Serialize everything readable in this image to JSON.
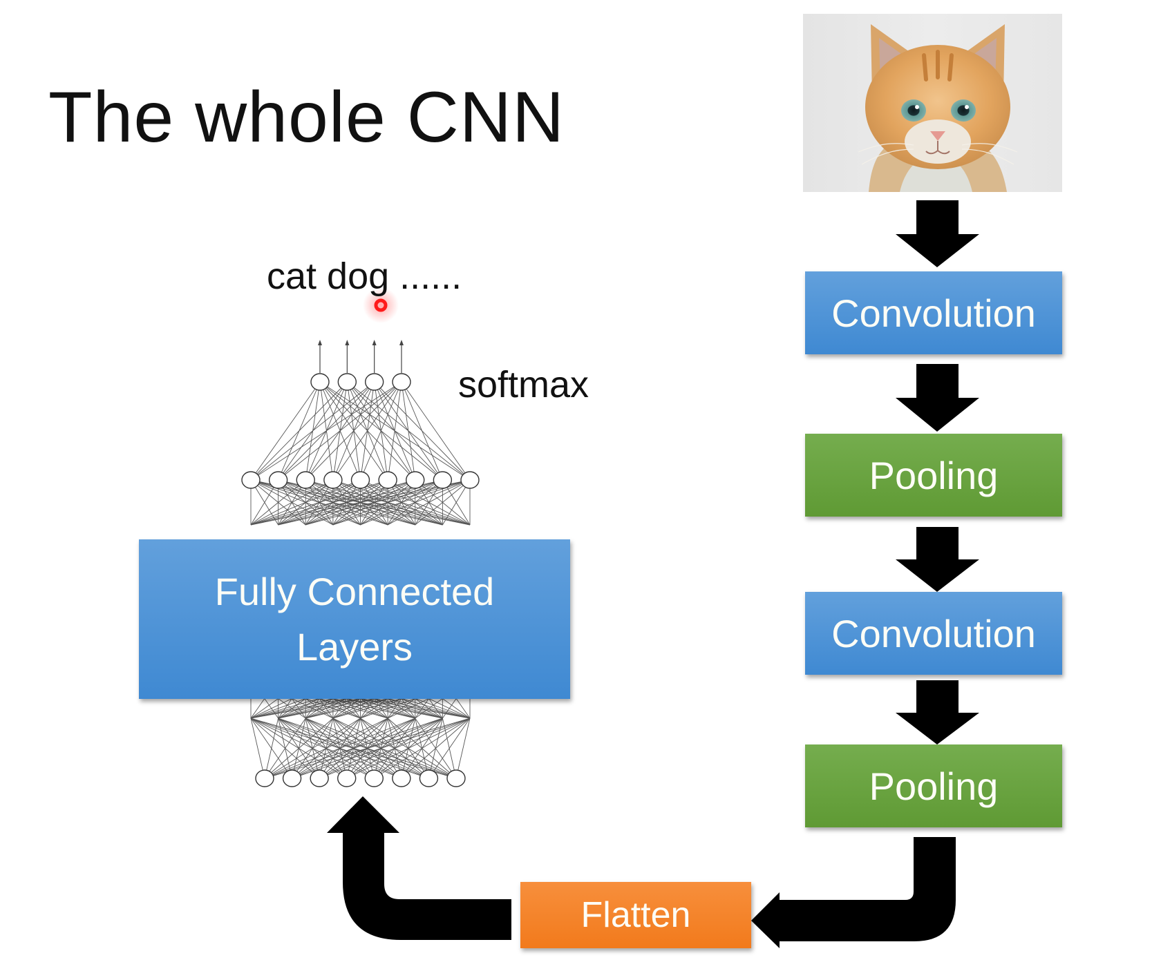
{
  "slide": {
    "title": "The whole CNN",
    "background": "#ffffff"
  },
  "input_image": {
    "subject": "orange tabby kitten face",
    "icon": "cat-photo"
  },
  "pipeline": {
    "steps": [
      {
        "label": "Convolution",
        "kind": "convolution",
        "color": "#5b9bd5"
      },
      {
        "label": "Pooling",
        "kind": "pooling",
        "color": "#70ad47"
      },
      {
        "label": "Convolution",
        "kind": "convolution",
        "color": "#5b9bd5"
      },
      {
        "label": "Pooling",
        "kind": "pooling",
        "color": "#70ad47"
      }
    ],
    "flatten": {
      "label": "Flatten",
      "color": "#f58232"
    }
  },
  "network": {
    "fc_box": {
      "line1": "Fully Connected",
      "line2": "Layers",
      "color": "#5b9bd5"
    },
    "output_labels": "cat dog ......",
    "softmax_label": "softmax",
    "layers": [
      {
        "name": "input",
        "nodes": 8
      },
      {
        "name": "hidden-lower",
        "nodes": 9
      },
      {
        "name": "hidden-upper",
        "nodes": 9
      },
      {
        "name": "output",
        "nodes": 4
      }
    ]
  },
  "annotations": {
    "pointer": {
      "color": "#ff1a1a",
      "kind": "laser-pointer"
    }
  },
  "arrow_color": "#000000"
}
